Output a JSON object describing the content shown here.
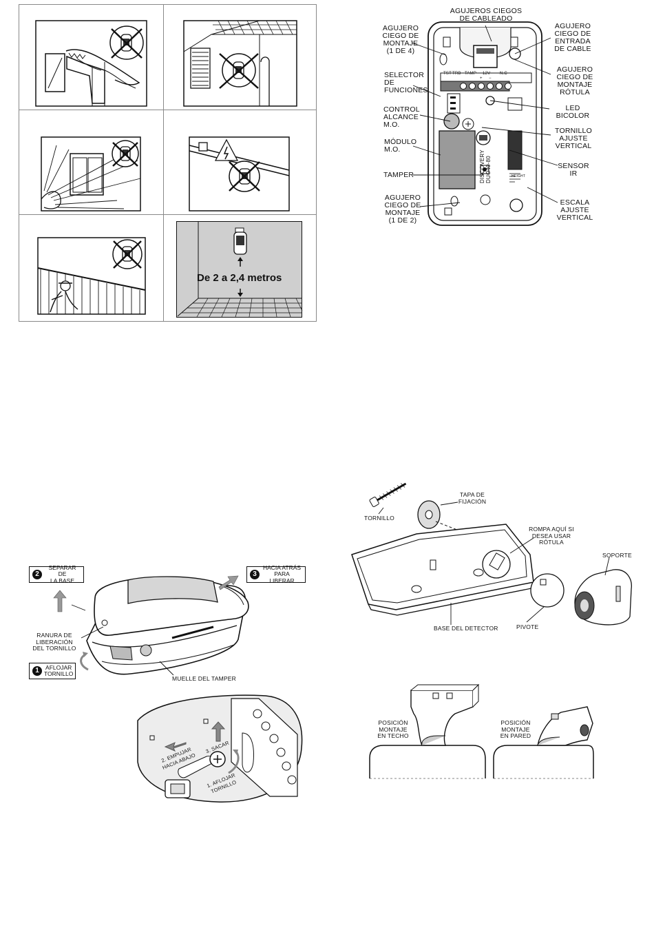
{
  "placement": {
    "height_text": "De 2 a 2,4 metros"
  },
  "detector_diagram": {
    "labels": {
      "wiring_knockouts": "AGUJEROS CIEGOS\nDE CABLEADO",
      "mounting_knockout_4": "AGUJERO\nCIEGO DE\nMONTAJE\n(1 DE 4)",
      "cable_entry": "AGUJERO\nCIEGO DE\nENTRADA\nDE CABLE",
      "ball_mount": "AGUJERO\nCIEGO DE\nMONTAJE\nRÓTULA",
      "function_selector": "SELECTOR\nDE\nFUNCIONES",
      "led": "LED\nBICOLOR",
      "mw_range": "CONTROL\nALCANCE\nM.O.",
      "vertical_screw": "TORNILLO\nAJUSTE\nVERTICAL",
      "mw_module": "MÓDULO\nM.O.",
      "ir_sensor": "SENSOR\nIR",
      "tamper": "TAMPER",
      "mounting_knockout_2": "AGUJERO\nCIEGO DE\nMONTAJE\n(1 DE 2)",
      "vertical_scale": "ESCALA\nAJUSTE\nVERTICAL"
    },
    "terminal_labels": [
      "TST",
      "TRB",
      "TAMP",
      "12V",
      "N.C"
    ],
    "terminal_signs": [
      "+",
      "−"
    ],
    "board_brand": "DISCOVERY\nDUO40-80",
    "height_mark": "HEIGHT"
  },
  "removal_diagram": {
    "step2": "SEPARAR DE\nLA BASE",
    "step3": "HACIA ATRÁS\nPARA LIBERAR",
    "step1": "AFLOJAR\nTORNILLO",
    "slot": "RANURA DE\nLIBERACIÓN\nDEL TORNILLO",
    "tamper_spring": "MUELLE DEL TAMPER",
    "step_numbers": [
      "2",
      "3",
      "1"
    ]
  },
  "closeup_diagram": {
    "push_down": "2. EMPUJAR\nHACIA ABAJO",
    "remove": "3. SACAR",
    "loosen": "1. AFLOJAR\nTORNILLO"
  },
  "base_diagram": {
    "screw": "TORNILLO",
    "cap": "TAPA DE\nFIJACIÓN",
    "break_here": "ROMPA AQUÍ SI\nDESEA USAR\nRÓTULA",
    "bracket": "SOPORTE",
    "base": "BASE DEL DETECTOR",
    "pivot": "PIVOTE"
  },
  "mount_positions": {
    "ceiling": "POSICIÓN\nMONTAJE\nEN TECHO",
    "wall": "POSICIÓN\nMONTAJE\nEN PARED"
  }
}
